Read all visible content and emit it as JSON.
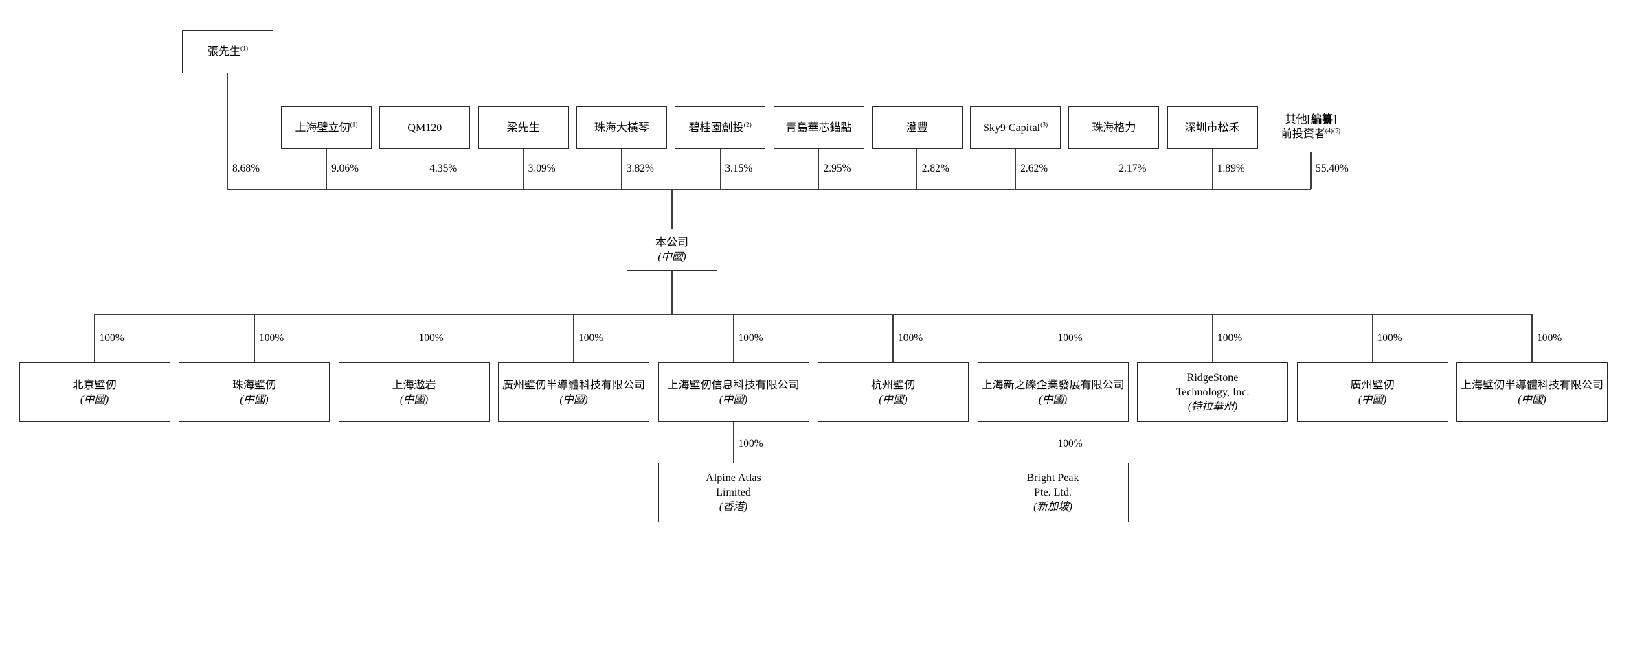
{
  "org": {
    "founder": {
      "label": "張先生",
      "sup": "(1)",
      "pct": "8.68%"
    },
    "shareholders": [
      {
        "label": "上海壁立仞",
        "sup": "(1)",
        "pct": "9.06%"
      },
      {
        "label": "QM120",
        "pct": "4.35%"
      },
      {
        "label": "梁先生",
        "pct": "3.09%"
      },
      {
        "label": "珠海大橫琴",
        "pct": "3.82%"
      },
      {
        "label": "碧桂園創投",
        "sup": "(2)",
        "pct": "3.15%"
      },
      {
        "label": "青島華芯錨點",
        "pct": "2.95%"
      },
      {
        "label": "澄豐",
        "pct": "2.82%"
      },
      {
        "label": "Sky9 Capital",
        "sup": "(3)",
        "pct": "2.62%"
      },
      {
        "label": "珠海格力",
        "pct": "2.17%"
      },
      {
        "label": "深圳市松禾",
        "pct": "1.89%"
      },
      {
        "label_pre": "其他[",
        "label_bold": "編纂",
        "label_post": "]",
        "label2": "前投資者",
        "sup": "(4)(5)",
        "pct": "55.40%"
      }
    ],
    "company": {
      "label": "本公司",
      "location": "(中國)"
    },
    "subsidiaries": [
      {
        "lines": [
          "北京壁仞"
        ],
        "location": "(中國)",
        "pct": "100%"
      },
      {
        "lines": [
          "珠海壁仞"
        ],
        "location": "(中國)",
        "pct": "100%"
      },
      {
        "lines": [
          "上海遨岩"
        ],
        "location": "(中國)",
        "pct": "100%"
      },
      {
        "lines": [
          "廣州壁仞半導體科技有限公司"
        ],
        "location": "(中國)",
        "pct": "100%"
      },
      {
        "lines": [
          "上海壁仞信息科技有限公司"
        ],
        "location": "(中國)",
        "pct": "100%"
      },
      {
        "lines": [
          "杭州壁仞"
        ],
        "location": "(中國)",
        "pct": "100%"
      },
      {
        "lines": [
          "上海新之礫企業發展有限公司"
        ],
        "location": "(中國)",
        "pct": "100%"
      },
      {
        "lines": [
          "RidgeStone",
          "Technology, Inc."
        ],
        "location": "(特拉華州)",
        "pct": "100%"
      },
      {
        "lines": [
          "廣州壁仞"
        ],
        "location": "(中國)",
        "pct": "100%"
      },
      {
        "lines": [
          "上海壁仞半導體科技有限公司"
        ],
        "location": "(中國)",
        "pct": "100%"
      }
    ],
    "grandchildren": [
      {
        "parent_index": 4,
        "lines": [
          "Alpine Atlas",
          "Limited"
        ],
        "location": "(香港)",
        "pct": "100%"
      },
      {
        "parent_index": 6,
        "lines": [
          "Bright Peak",
          "Pte. Ltd."
        ],
        "location": "(新加坡)",
        "pct": "100%"
      }
    ]
  }
}
